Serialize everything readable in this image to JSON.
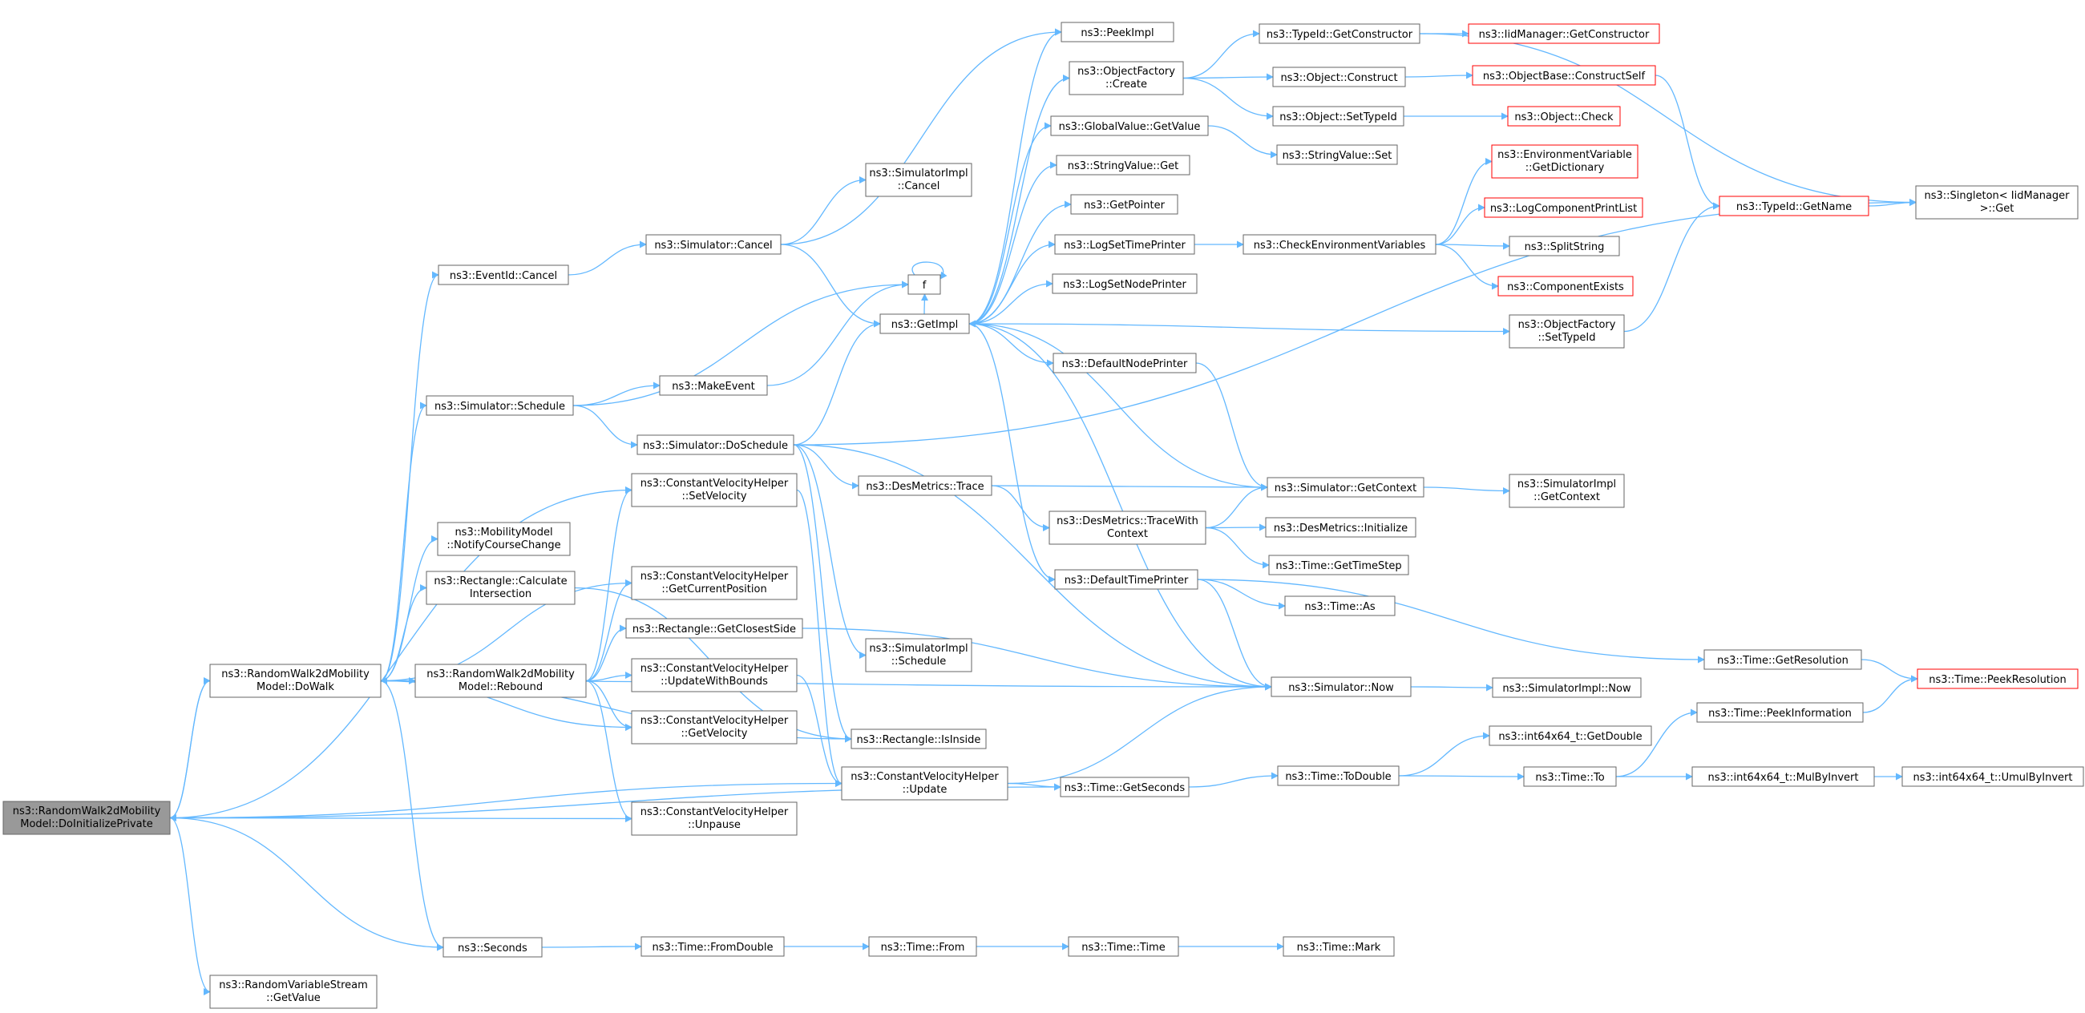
{
  "colors": {
    "edge": "#63b8ff",
    "node_border": "#666666",
    "node_border_red": "#ff0000",
    "node_fill": "#ffffff",
    "root_fill": "#999999",
    "text": "#000000"
  },
  "nodes": {
    "root": [
      "ns3::RandomWalk2dMobility",
      "Model::DoInitializePrivate"
    ],
    "dowalk": [
      "ns3::RandomWalk2dMobility",
      "Model::DoWalk"
    ],
    "rebound": [
      "ns3::RandomWalk2dMobility",
      "Model::Rebound"
    ],
    "rvs_getvalue": [
      "ns3::RandomVariableStream",
      "::GetValue"
    ],
    "seconds": [
      "ns3::Seconds"
    ],
    "eventid_cancel": [
      "ns3::EventId::Cancel"
    ],
    "sim_schedule": [
      "ns3::Simulator::Schedule"
    ],
    "mm_notify": [
      "ns3::MobilityModel",
      "::NotifyCourseChange"
    ],
    "rect_calc": [
      "ns3::Rectangle::Calculate",
      "Intersection"
    ],
    "cvh_setvel": [
      "ns3::ConstantVelocityHelper",
      "::SetVelocity"
    ],
    "cvh_getcur": [
      "ns3::ConstantVelocityHelper",
      "::GetCurrentPosition"
    ],
    "rect_closest": [
      "ns3::Rectangle::GetClosestSide"
    ],
    "cvh_updbounds": [
      "ns3::ConstantVelocityHelper",
      "::UpdateWithBounds"
    ],
    "cvh_getvel": [
      "ns3::ConstantVelocityHelper",
      "::GetVelocity"
    ],
    "cvh_unpause": [
      "ns3::ConstantVelocityHelper",
      "::Unpause"
    ],
    "sim_cancel": [
      "ns3::Simulator::Cancel"
    ],
    "simimpl_cancel": [
      "ns3::SimulatorImpl",
      "::Cancel"
    ],
    "makeevent": [
      "ns3::MakeEvent"
    ],
    "sim_doschedule": [
      "ns3::Simulator::DoSchedule"
    ],
    "desmetrics_trace": [
      "ns3::DesMetrics::Trace"
    ],
    "simimpl_schedule": [
      "ns3::SimulatorImpl",
      "::Schedule"
    ],
    "rect_isinside": [
      "ns3::Rectangle::IsInside"
    ],
    "cvh_update": [
      "ns3::ConstantVelocityHelper",
      "::Update"
    ],
    "time_fromdouble": [
      "ns3::Time::FromDouble"
    ],
    "f": [
      "f"
    ],
    "getimpl": [
      "ns3::GetImpl"
    ],
    "time_from": [
      "ns3::Time::From"
    ],
    "peekimpl": [
      "ns3::PeekImpl"
    ],
    "of_create": [
      "ns3::ObjectFactory",
      "::Create"
    ],
    "gv_getvalue": [
      "ns3::GlobalValue::GetValue"
    ],
    "sv_get": [
      "ns3::StringValue::Get"
    ],
    "getpointer": [
      "ns3::GetPointer"
    ],
    "logsettimeprinter": [
      "ns3::LogSetTimePrinter"
    ],
    "logsetnodeprinter": [
      "ns3::LogSetNodePrinter"
    ],
    "defaultnodeprinter": [
      "ns3::DefaultNodePrinter"
    ],
    "dm_tracewith": [
      "ns3::DesMetrics::TraceWith",
      "Context"
    ],
    "defaulttimeprinter": [
      "ns3::DefaultTimePrinter"
    ],
    "time_getseconds": [
      "ns3::Time::GetSeconds"
    ],
    "time_time": [
      "ns3::Time::Time"
    ],
    "typeid_getctor": [
      "ns3::TypeId::GetConstructor"
    ],
    "object_construct": [
      "ns3::Object::Construct"
    ],
    "object_settypeid": [
      "ns3::Object::SetTypeId"
    ],
    "sv_set": [
      "ns3::StringValue::Set"
    ],
    "checkenv": [
      "ns3::CheckEnvironmentVariables"
    ],
    "sim_getcontext": [
      "ns3::Simulator::GetContext"
    ],
    "dm_initialize": [
      "ns3::DesMetrics::Initialize"
    ],
    "time_gettimestep": [
      "ns3::Time::GetTimeStep"
    ],
    "time_as": [
      "ns3::Time::As"
    ],
    "sim_now": [
      "ns3::Simulator::Now"
    ],
    "time_todouble": [
      "ns3::Time::ToDouble"
    ],
    "time_mark": [
      "ns3::Time::Mark"
    ],
    "iidmgr_getctor": [
      "ns3::IidManager::GetConstructor"
    ],
    "objbase_constructself": [
      "ns3::ObjectBase::ConstructSelf"
    ],
    "object_check": [
      "ns3::Object::Check"
    ],
    "envvar_getdict": [
      "ns3::EnvironmentVariable",
      "::GetDictionary"
    ],
    "logcomp_printlist": [
      "ns3::LogComponentPrintList"
    ],
    "splitstring": [
      "ns3::SplitString"
    ],
    "componentexists": [
      "ns3::ComponentExists"
    ],
    "of_settypeid": [
      "ns3::ObjectFactory",
      "::SetTypeId"
    ],
    "simimpl_getcontext": [
      "ns3::SimulatorImpl",
      "::GetContext"
    ],
    "simimpl_now": [
      "ns3::SimulatorImpl::Now"
    ],
    "i64_getdouble": [
      "ns3::int64x64_t::GetDouble"
    ],
    "time_to": [
      "ns3::Time::To"
    ],
    "time_getresolution": [
      "ns3::Time::GetResolution"
    ],
    "time_peekinfo": [
      "ns3::Time::PeekInformation"
    ],
    "i64_mulbyinvert": [
      "ns3::int64x64_t::MulByInvert"
    ],
    "i64_umulbyinvert": [
      "ns3::int64x64_t::UmulByInvert"
    ],
    "typeid_getname": [
      "ns3::TypeId::GetName"
    ],
    "singleton_get": [
      "ns3::Singleton< IidManager",
      ">::Get"
    ],
    "time_peekres": [
      "ns3::Time::PeekResolution"
    ]
  }
}
